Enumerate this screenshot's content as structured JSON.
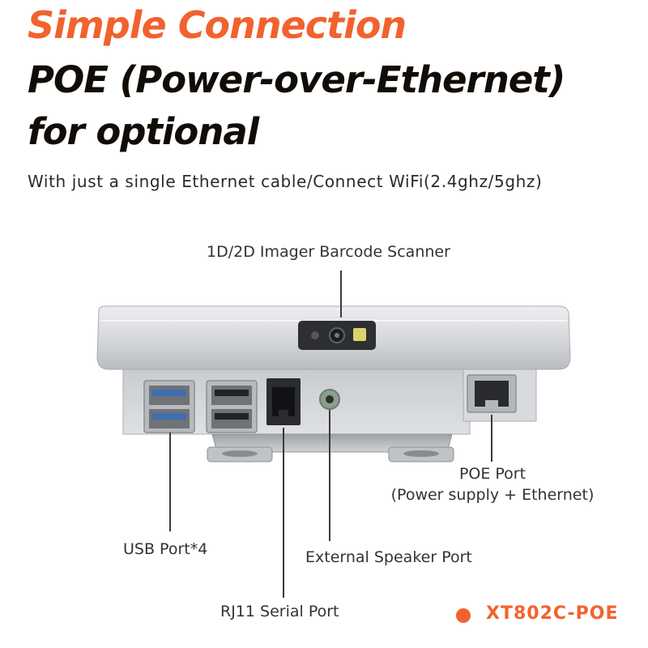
{
  "colors": {
    "accent": "#f2622e",
    "headline_dark": "#120c06",
    "device_body": "#d4d6d9",
    "device_shadow": "#a9adb2",
    "port_blue": "#3d6fb0"
  },
  "headline": {
    "line1": "Simple Connection",
    "line2": "POE (Power-over-Ethernet)",
    "line3": "for optional"
  },
  "subtitle": "With just a single Ethernet cable/Connect WiFi(2.4ghz/5ghz)",
  "callouts": {
    "scanner": "1D/2D Imager Barcode Scanner",
    "poe_line1": "POE Port",
    "poe_line2": "(Power supply + Ethernet)",
    "usb": "USB Port*4",
    "speaker": "External Speaker Port",
    "rj11": "RJ11 Serial Port"
  },
  "brand": {
    "model": "XT802C-POE"
  }
}
